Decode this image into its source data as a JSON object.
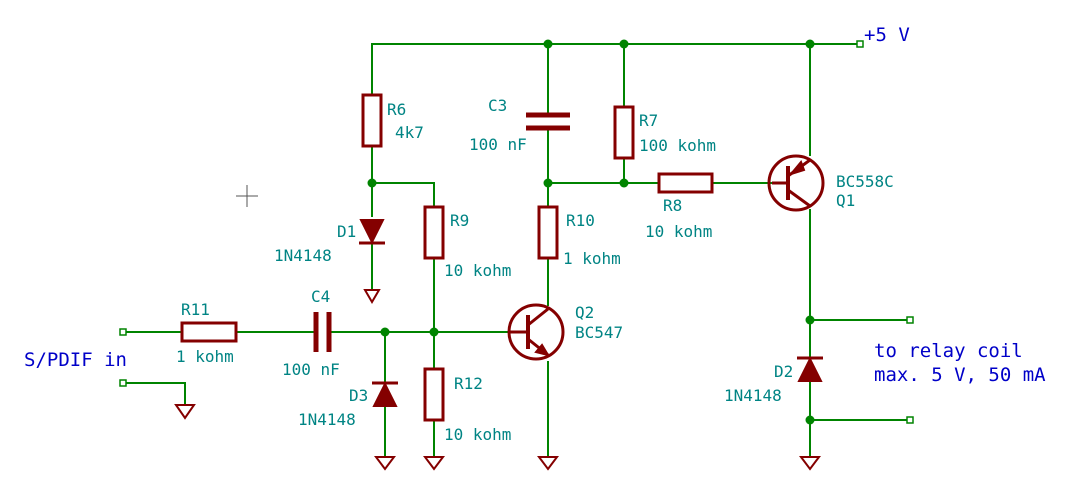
{
  "power": {
    "vcc": "+5 V"
  },
  "nets": {
    "input": "S/PDIF in",
    "output_line1": "to relay coil",
    "output_line2": "max. 5 V, 50 mA"
  },
  "components": {
    "R6": {
      "ref": "R6",
      "value": "4k7"
    },
    "C3": {
      "ref": "C3",
      "value": "100 nF"
    },
    "R7": {
      "ref": "R7",
      "value": "100 kohm"
    },
    "Q1": {
      "ref": "Q1",
      "value": "BC558C"
    },
    "R8": {
      "ref": "R8",
      "value": "10 kohm"
    },
    "D1": {
      "ref": "D1",
      "value": "1N4148"
    },
    "R9": {
      "ref": "R9",
      "value": "10 kohm"
    },
    "R10": {
      "ref": "R10",
      "value": "1 kohm"
    },
    "R11": {
      "ref": "R11",
      "value": "1 kohm"
    },
    "C4": {
      "ref": "C4",
      "value": "100 nF"
    },
    "Q2": {
      "ref": "Q2",
      "value": "BC547"
    },
    "D3": {
      "ref": "D3",
      "value": "1N4148"
    },
    "R12": {
      "ref": "R12",
      "value": "10 kohm"
    },
    "D2": {
      "ref": "D2",
      "value": "1N4148"
    }
  },
  "colors": {
    "wire": "#008400",
    "component": "#840000",
    "label": "#008484",
    "net_label": "#0000c8",
    "background": "#ffffff"
  }
}
